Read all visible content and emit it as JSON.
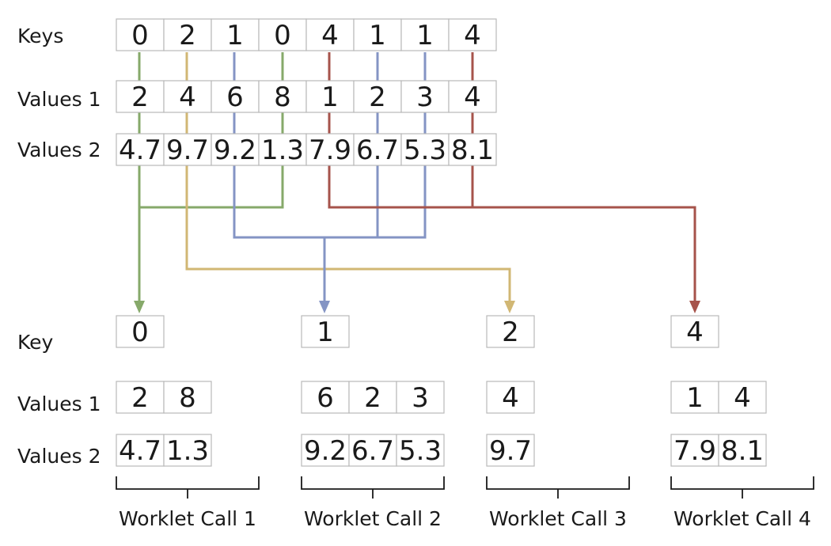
{
  "row_labels": {
    "keys": "Keys",
    "values1": "Values 1",
    "values2": "Values 2",
    "key": "Key",
    "out_values1": "Values 1",
    "out_values2": "Values 2"
  },
  "input": {
    "keys": [
      "0",
      "2",
      "1",
      "0",
      "4",
      "1",
      "1",
      "4"
    ],
    "values1": [
      "2",
      "4",
      "6",
      "8",
      "1",
      "2",
      "3",
      "4"
    ],
    "values2": [
      "4.7",
      "9.7",
      "9.2",
      "1.3",
      "7.9",
      "6.7",
      "5.3",
      "8.1"
    ]
  },
  "groups": [
    {
      "key": "0",
      "values1": [
        "2",
        "8"
      ],
      "values2": [
        "4.7",
        "1.3"
      ],
      "call_label": "Worklet Call 1",
      "color": "#86a96a"
    },
    {
      "key": "1",
      "values1": [
        "6",
        "2",
        "3"
      ],
      "values2": [
        "9.2",
        "6.7",
        "5.3"
      ],
      "call_label": "Worklet Call 2",
      "color": "#8494c4"
    },
    {
      "key": "2",
      "values1": [
        "4"
      ],
      "values2": [
        "9.7"
      ],
      "call_label": "Worklet Call 3",
      "color": "#d1b774"
    },
    {
      "key": "4",
      "values1": [
        "1",
        "4"
      ],
      "values2": [
        "7.9",
        "8.1"
      ],
      "call_label": "Worklet Call 4",
      "color": "#a6534b"
    }
  ]
}
